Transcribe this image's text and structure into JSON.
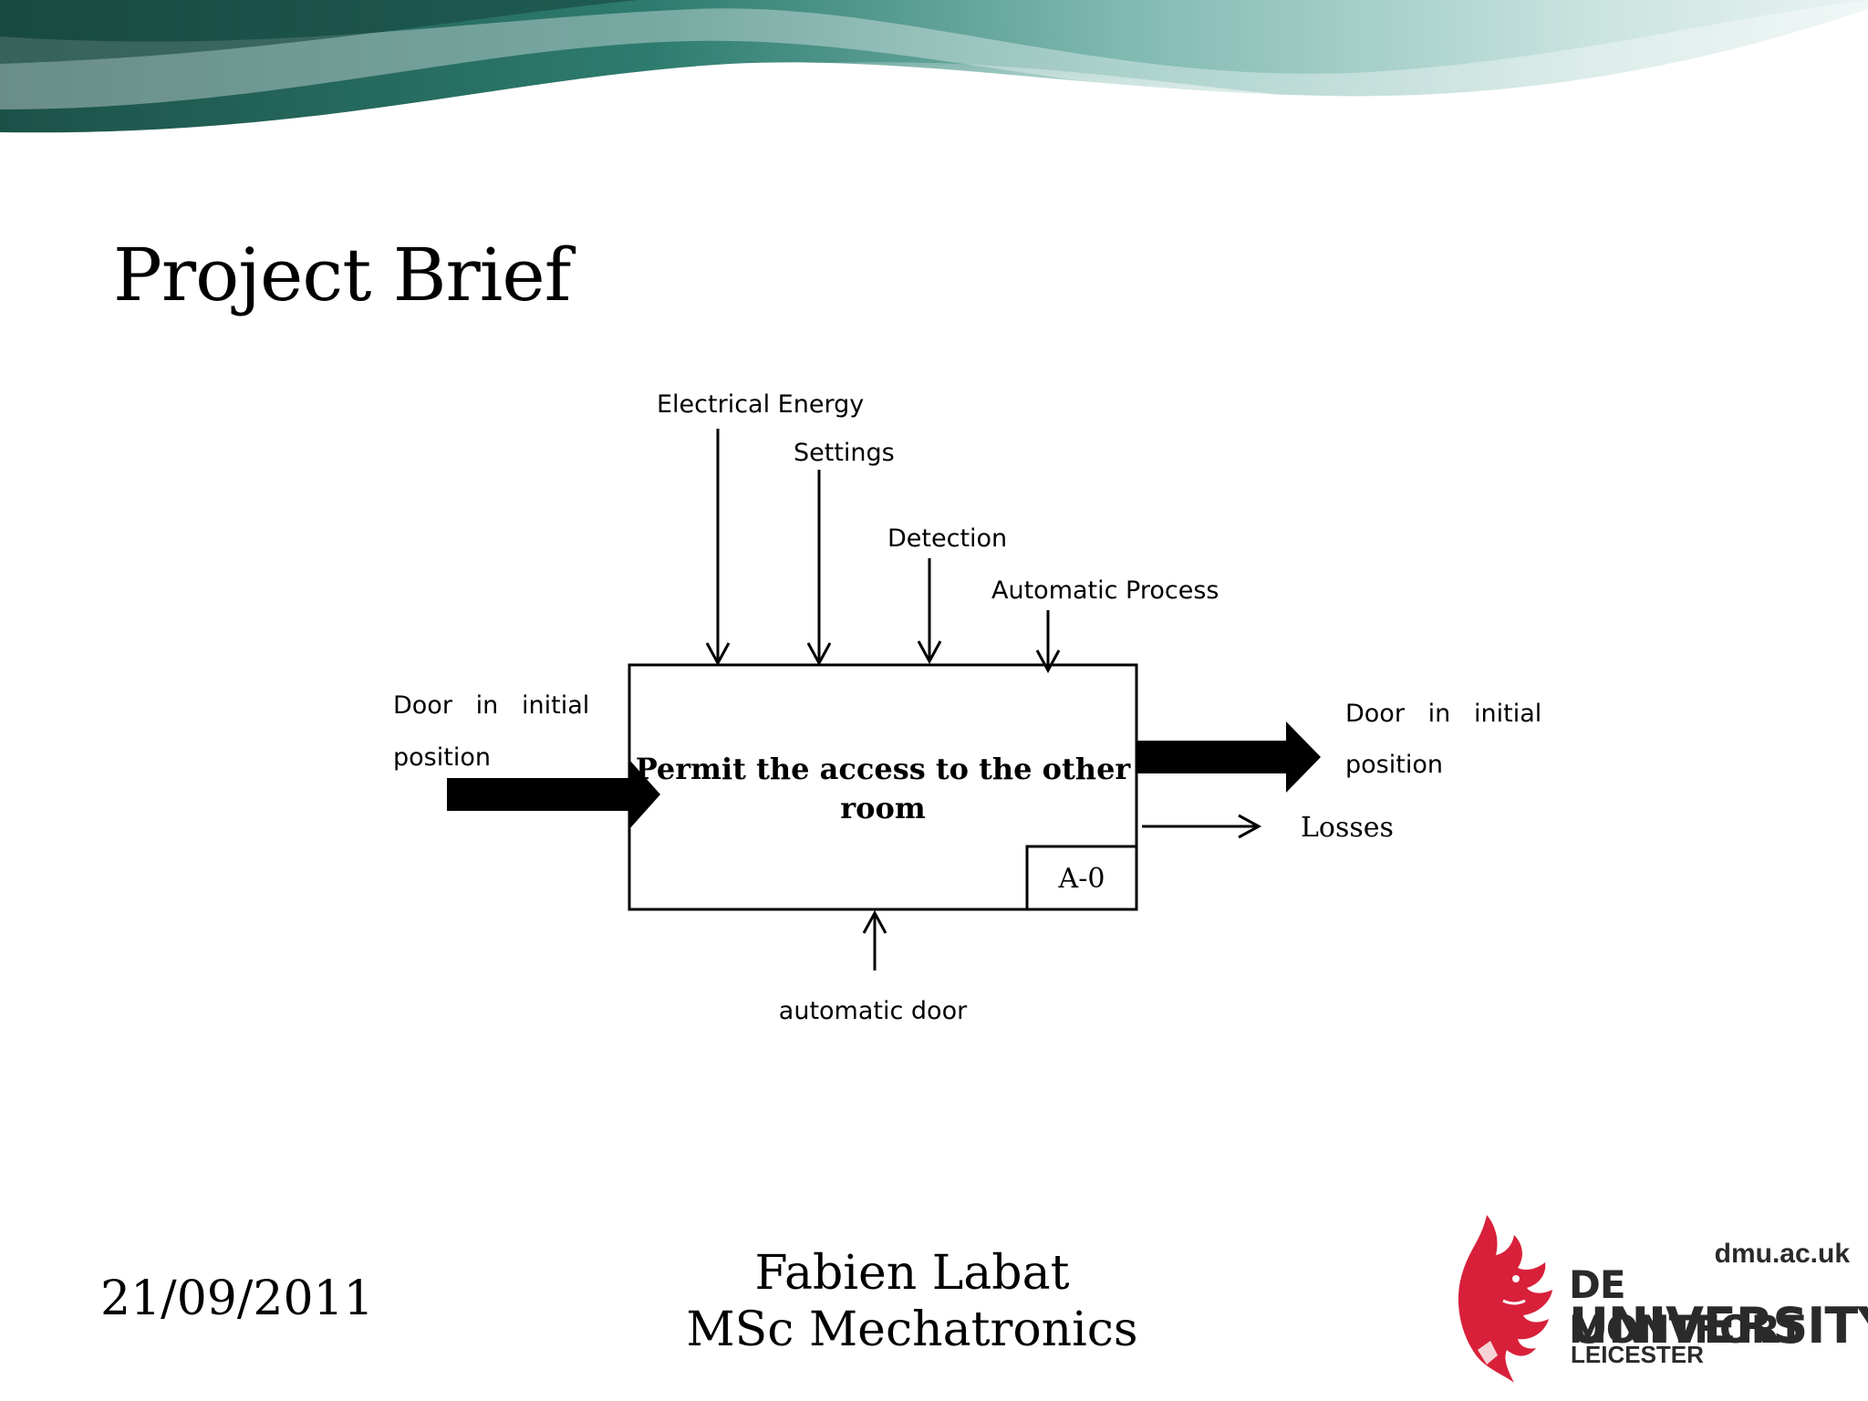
{
  "slide": {
    "title": "Project Brief"
  },
  "diagram": {
    "box_label_line1": "Permit  the access to the other",
    "box_label_line2": "room",
    "node_id": "A-0",
    "controls": [
      "Electrical Energy",
      "Settings",
      "Detection",
      "Automatic Process"
    ],
    "input_line1": "Door   in   initial",
    "input_line2": "position",
    "output_line1": "Door   in   initial",
    "output_line2": "position",
    "output_secondary": "Losses",
    "mechanism": "automatic door"
  },
  "footer": {
    "date": "21/09/2011",
    "author": "Fabien Labat",
    "program": "MSc Mechatronics"
  },
  "logo": {
    "url": "dmu.ac.uk",
    "line1": "DE MONTFORT",
    "line2": "UNIVERSITY",
    "line3": "LEICESTER"
  },
  "colors": {
    "banner_dark": "#1d5c52",
    "banner_light": "#a9d3cc",
    "logo_red": "#d8203a"
  }
}
